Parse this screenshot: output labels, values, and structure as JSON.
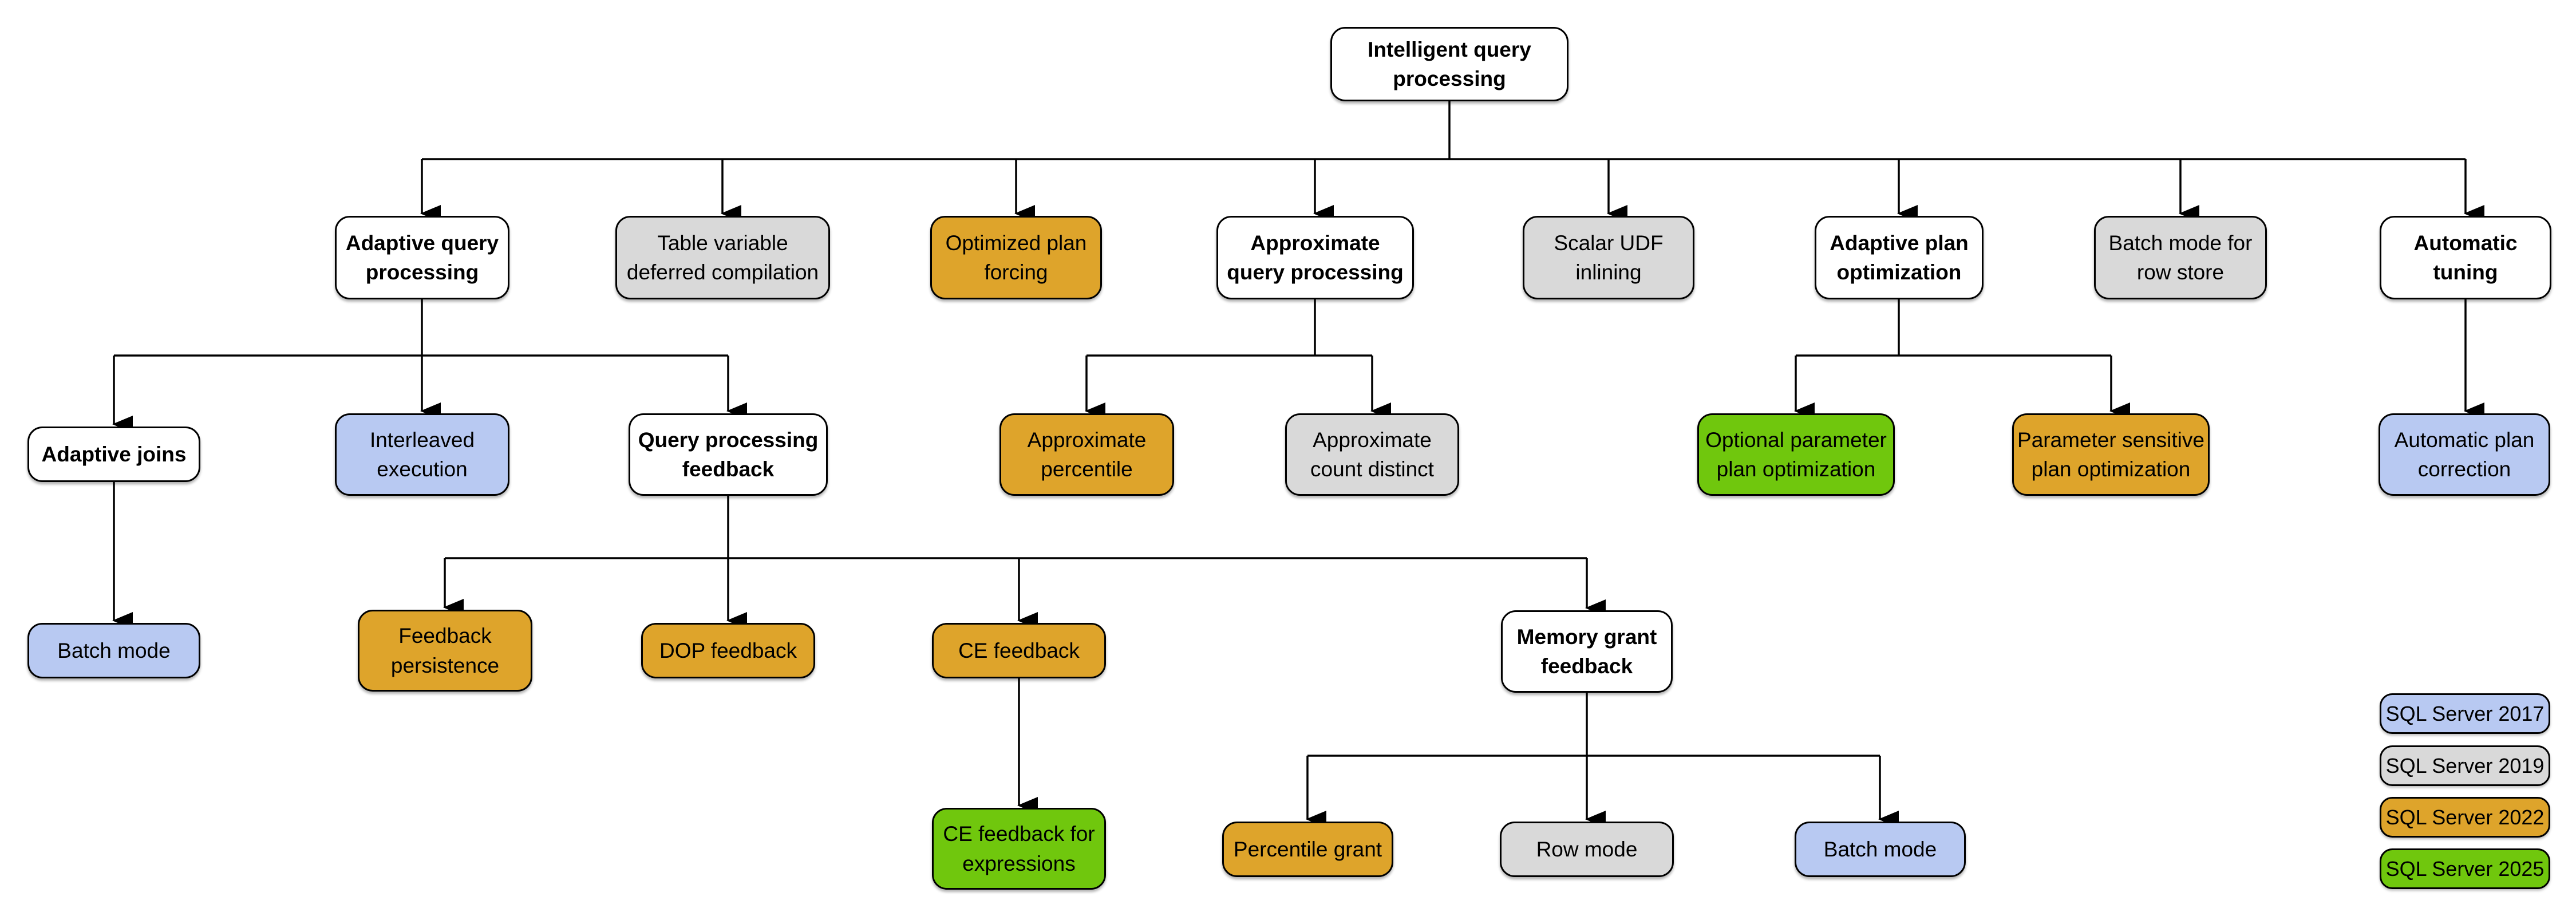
{
  "colors": {
    "sql_2017": "#B8C9F2",
    "sql_2019": "#D9D9D9",
    "sql_2022": "#DEA42B",
    "sql_2025": "#70C70D",
    "base_node": "#FFFFFF",
    "border": "#000000",
    "connector": "#000000"
  },
  "nodes": [
    {
      "id": "intelligent-query-processing",
      "label": "Intelligent query\nprocessing",
      "version": "base"
    },
    {
      "id": "adaptive-query-processing",
      "label": "Adaptive query\nprocessing",
      "version": "base"
    },
    {
      "id": "table-variable-deferred-compilation",
      "label": "Table variable\ndeferred compilation",
      "version": "2019"
    },
    {
      "id": "optimized-plan-forcing",
      "label": "Optimized plan\nforcing",
      "version": "2022"
    },
    {
      "id": "approximate-query-processing",
      "label": "Approximate\nquery processing",
      "version": "base"
    },
    {
      "id": "scalar-udf-inlining",
      "label": "Scalar UDF\ninlining",
      "version": "2019"
    },
    {
      "id": "adaptive-plan-optimization",
      "label": "Adaptive plan\noptimization",
      "version": "base"
    },
    {
      "id": "batch-mode-for-row-store",
      "label": "Batch mode for\nrow store",
      "version": "2019"
    },
    {
      "id": "automatic-tuning",
      "label": "Automatic\ntuning",
      "version": "base"
    },
    {
      "id": "adaptive-joins",
      "label": "Adaptive joins",
      "version": "base"
    },
    {
      "id": "interleaved-execution",
      "label": "Interleaved\nexecution",
      "version": "2017"
    },
    {
      "id": "query-processing-feedback",
      "label": "Query processing\nfeedback",
      "version": "base"
    },
    {
      "id": "approximate-percentile",
      "label": "Approximate\npercentile",
      "version": "2022"
    },
    {
      "id": "approximate-count-distinct",
      "label": "Approximate\ncount distinct",
      "version": "2019"
    },
    {
      "id": "optional-parameter-plan-optimization",
      "label": "Optional parameter\nplan optimization",
      "version": "2025"
    },
    {
      "id": "parameter-sensitive-plan-optimization",
      "label": "Parameter sensitive\nplan optimization",
      "version": "2022"
    },
    {
      "id": "automatic-plan-correction",
      "label": "Automatic plan\ncorrection",
      "version": "2017"
    },
    {
      "id": "batch-mode-adaptive-joins",
      "label": "Batch mode",
      "version": "2017"
    },
    {
      "id": "feedback-persistence",
      "label": "Feedback\npersistence",
      "version": "2022"
    },
    {
      "id": "dop-feedback",
      "label": "DOP feedback",
      "version": "2022"
    },
    {
      "id": "ce-feedback",
      "label": "CE feedback",
      "version": "2022"
    },
    {
      "id": "memory-grant-feedback",
      "label": "Memory grant\nfeedback",
      "version": "base"
    },
    {
      "id": "ce-feedback-for-expressions",
      "label": "CE feedback for\nexpressions",
      "version": "2025"
    },
    {
      "id": "percentile-grant",
      "label": "Percentile grant",
      "version": "2022"
    },
    {
      "id": "row-mode",
      "label": "Row mode",
      "version": "2019"
    },
    {
      "id": "batch-mode-memory-grant",
      "label": "Batch mode",
      "version": "2017"
    }
  ],
  "legend": {
    "items": [
      {
        "label": "SQL Server 2017",
        "version": "2017"
      },
      {
        "label": "SQL Server 2019",
        "version": "2019"
      },
      {
        "label": "SQL Server 2022",
        "version": "2022"
      },
      {
        "label": "SQL Server 2025",
        "version": "2025"
      }
    ]
  }
}
